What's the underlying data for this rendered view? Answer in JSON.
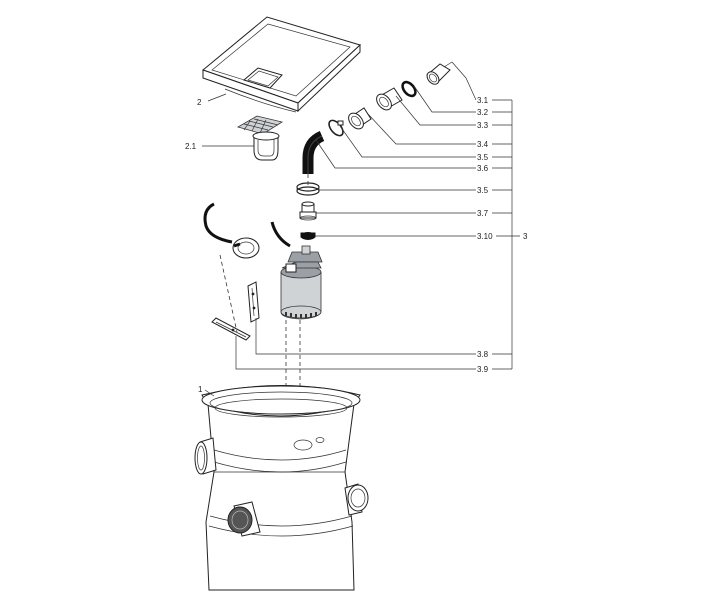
{
  "labels": {
    "l1": "1",
    "l2": "2",
    "l21": "2.1",
    "l31": "3.1",
    "l32": "3.2",
    "l33": "3.3",
    "l34": "3.4",
    "l35a": "3.5",
    "l36": "3.6",
    "l35b": "3.5",
    "l37": "3.7",
    "l310": "3.10",
    "l3": "3",
    "l38": "3.8",
    "l39": "3.9"
  }
}
